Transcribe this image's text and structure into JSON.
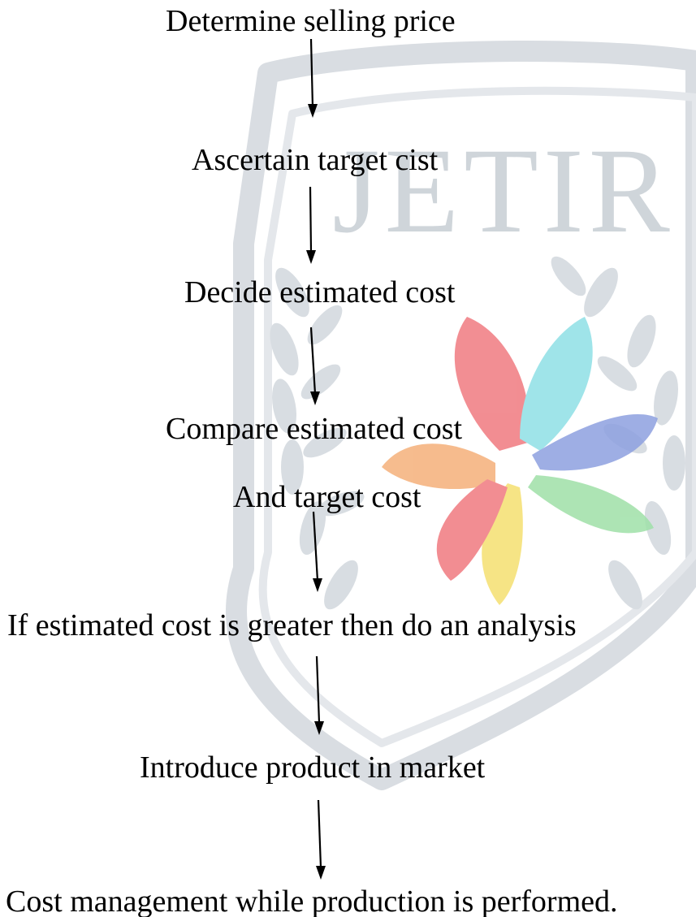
{
  "watermark": {
    "text": "JETIR",
    "shield_color": "#d9dde2",
    "text_color": "#cfd5da",
    "petal_colors": [
      "#f07a80",
      "#8fe0e6",
      "#8ea0e0",
      "#9fe0a8",
      "#f5e070",
      "#f5b07a"
    ]
  },
  "flowchart": {
    "steps": [
      "Determine selling price",
      "Ascertain target cist",
      "Decide estimated cost",
      "Compare estimated cost",
      "And target cost",
      "If estimated cost is greater then do an analysis",
      "Introduce product in market",
      "Cost management while production is performed."
    ],
    "arrow_color": "#000000"
  }
}
